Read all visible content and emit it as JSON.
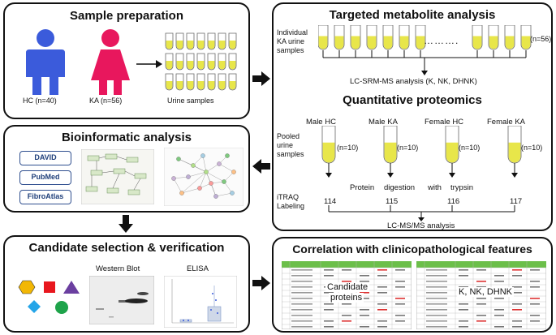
{
  "sample_prep": {
    "title": "Sample preparation",
    "hc_label": "HC (n=40)",
    "ka_label": "KA (n=56)",
    "urine_label": "Urine  samples",
    "colors": {
      "hc": "#3b5bdb",
      "ka": "#e8175d",
      "tube_fill": "#e8e64a"
    }
  },
  "bioinformatic": {
    "title": "Bioinformatic analysis",
    "tools": [
      "DAVID",
      "PubMed",
      "FibroAtlas"
    ]
  },
  "candidate": {
    "title": "Candidate selection & verification",
    "western_blot": "Western Blot",
    "elisa": "ELISA"
  },
  "targeted": {
    "title": "Targeted metabolite analysis",
    "individual_label_1": "Individual",
    "individual_label_2": "KA urine",
    "individual_label_3": "samples",
    "dots": "……….",
    "n56": "(n=56)",
    "lcsrm": "LC-SRM-MS analysis (K, NK, DHNK)"
  },
  "proteomics": {
    "title": "Quantitative proteomics",
    "pooled_1": "Pooled",
    "pooled_2": "urine",
    "pooled_3": "samples",
    "groups": [
      {
        "name": "Male HC",
        "n": "(n=10)",
        "tag": "114"
      },
      {
        "name": "Male KA",
        "n": "(n=10)",
        "tag": "115"
      },
      {
        "name": "Female  HC",
        "n": "(n=10)",
        "tag": "116"
      },
      {
        "name": "Female KA",
        "n": "(n=10)",
        "tag": "117"
      }
    ],
    "digestion_1": "Protein",
    "digestion_2": "digestion",
    "digestion_3": "with",
    "digestion_4": "trypsin",
    "itraq_1": "iTRAQ",
    "itraq_2": "Labeling",
    "lcms": "LC-MS/MS analysis"
  },
  "correlation": {
    "title": "Correlation with clinicopathological features",
    "candidate_1": "Candidate",
    "candidate_2": "proteins",
    "knk": "K, NK, DHNK"
  }
}
